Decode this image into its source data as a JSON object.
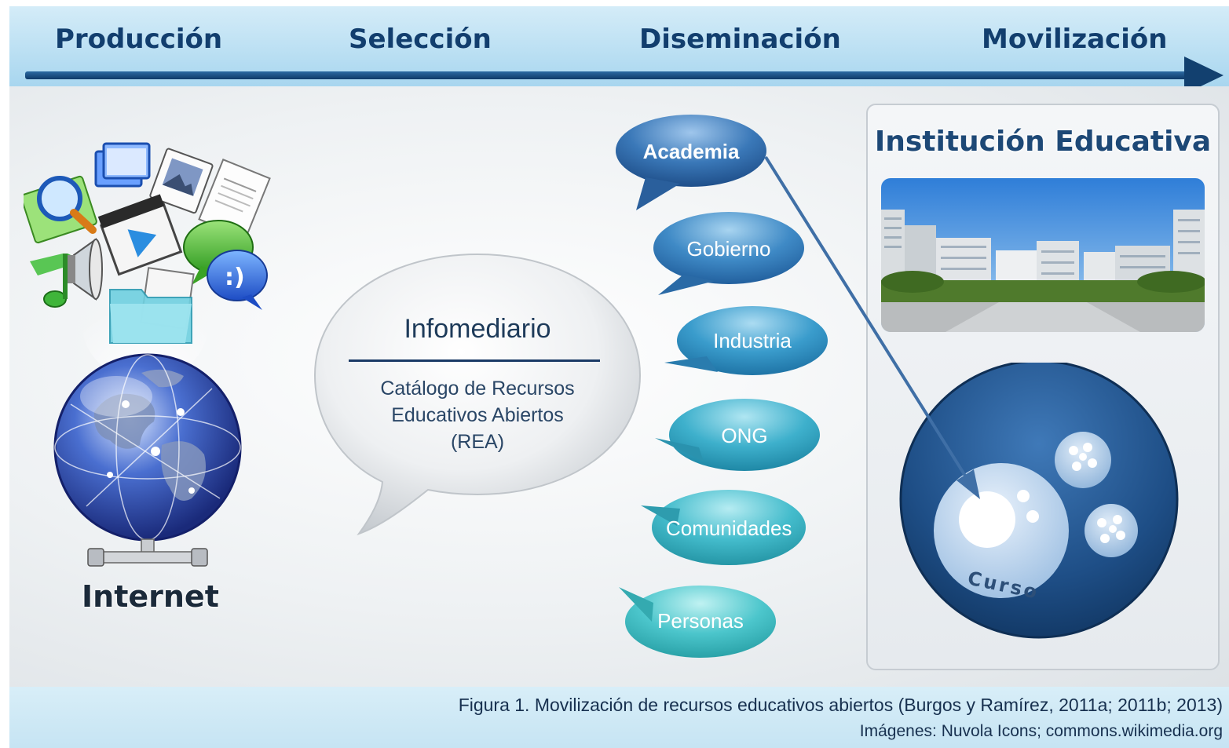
{
  "timeline": {
    "phases": [
      "Producción",
      "Selección",
      "Diseminación",
      "Movilización"
    ]
  },
  "internet": {
    "label": "Internet"
  },
  "infomediario": {
    "title": "Infomediario",
    "body_lines": [
      "Catálogo de Recursos",
      "Educativos Abiertos",
      "(REA)"
    ]
  },
  "stakeholders": [
    "Academia",
    "Gobierno",
    "Industria",
    "ONG",
    "Comunidades",
    "Personas"
  ],
  "institution": {
    "title": "Institución Educativa",
    "course_label": "Curso"
  },
  "caption": {
    "figure": "Figura 1.  Movilización de recursos educativos abiertos (Burgos y Ramírez, 2011a; 2011b; 2013)",
    "credits": "Imágenes: Nuvola Icons; commons.wikimedia.org"
  },
  "colors": {
    "timeline": "#12406f",
    "bubble_dark": "#2c6aa3",
    "bubble_light": "#3fb6c4",
    "course_sphere": "#1f4f86"
  },
  "icons": [
    "magnifier-icon",
    "windows-icon",
    "picture-icon",
    "document-icon",
    "video-clapper-icon",
    "chat-icon",
    "music-note-icon",
    "speaker-icon",
    "folder-icon",
    "globe-icon",
    "network-connector-icon"
  ]
}
